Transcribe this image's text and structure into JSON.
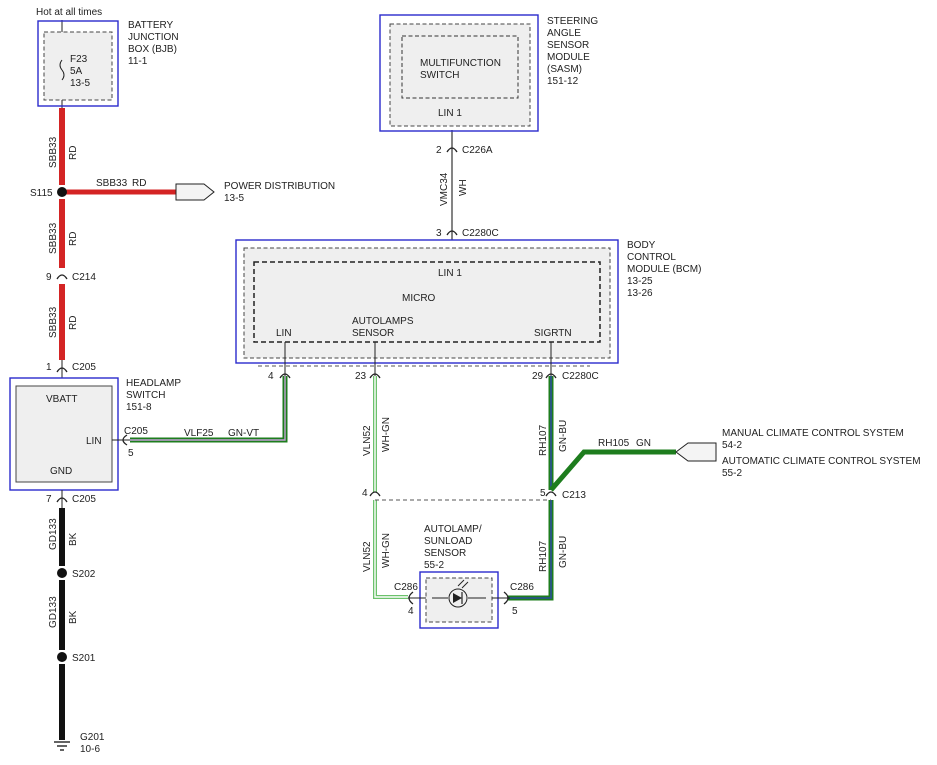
{
  "colors": {
    "red": "#d42424",
    "black": "#111111",
    "green": "#1e7d1e",
    "light_green": "#6cc26c",
    "blue_outline": "#2b2bcc"
  },
  "header": {
    "hot_at_all_times": "Hot at all times"
  },
  "bjb": {
    "label_1": "BATTERY",
    "label_2": "JUNCTION",
    "label_3": "BOX (BJB)",
    "ref": "11-1",
    "fuse_name": "F23",
    "fuse_rating": "5A",
    "fuse_ref": "13-5"
  },
  "sasm": {
    "label_1": "STEERING",
    "label_2": "ANGLE",
    "label_3": "SENSOR",
    "label_4": "MODULE",
    "label_5": "(SASM)",
    "ref": "151-12",
    "inner_1": "MULTIFUNCTION",
    "inner_2": "SWITCH",
    "pin": "LIN 1"
  },
  "bcm": {
    "label_1": "BODY",
    "label_2": "CONTROL",
    "label_3": "MODULE (BCM)",
    "ref_1": "13-25",
    "ref_2": "13-26",
    "pin_top": "LIN 1",
    "micro": "MICRO",
    "pin_lin": "LIN",
    "pin_autolamps_1": "AUTOLAMPS",
    "pin_autolamps_2": "SENSOR",
    "pin_sigrtn": "SIGRTN"
  },
  "headlamp_switch": {
    "label_1": "HEADLAMP",
    "label_2": "SWITCH",
    "ref": "151-8",
    "pin_vbatt": "VBATT",
    "pin_lin": "LIN",
    "pin_gnd": "GND"
  },
  "autolamp_sensor": {
    "label_1": "AUTOLAMP/",
    "label_2": "SUNLOAD",
    "label_3": "SENSOR",
    "ref": "55-2"
  },
  "power_distribution": {
    "label": "POWER DISTRIBUTION",
    "ref": "13-5"
  },
  "climate": {
    "manual": "MANUAL CLIMATE CONTROL SYSTEM",
    "manual_ref": "54-2",
    "automatic": "AUTOMATIC CLIMATE CONTROL SYSTEM",
    "automatic_ref": "55-2"
  },
  "splices": {
    "s115": "S115",
    "s202": "S202",
    "s201": "S201",
    "c213": "C213"
  },
  "ground": {
    "name": "G201",
    "ref": "10-6"
  },
  "connectors": {
    "c226a": "C226A",
    "c226a_pin": "2",
    "c2280c_top": "C2280C",
    "c2280c_top_pin": "3",
    "c2280c_bottom": "C2280C",
    "pin_4": "4",
    "pin_23": "23",
    "pin_29": "29",
    "c214": "C214",
    "c214_pin": "9",
    "c205_top": "C205",
    "c205_top_pin": "1",
    "c205_lin": "C205",
    "c205_lin_pin": "5",
    "c205_gnd": "C205",
    "c205_gnd_pin": "7",
    "splice_left_pin": "4",
    "splice_right_pin": "5",
    "c286_left": "C286",
    "c286_left_pin": "4",
    "c286_right": "C286",
    "c286_right_pin": "5"
  },
  "wires": {
    "sbb33": "SBB33",
    "rd": "RD",
    "vmc34": "VMC34",
    "wh": "WH",
    "vlf25": "VLF25",
    "gn_vt": "GN-VT",
    "vln52": "VLN52",
    "wh_gn": "WH-GN",
    "rh107": "RH107",
    "gn_bu": "GN-BU",
    "rh105": "RH105",
    "gn": "GN",
    "gd133": "GD133",
    "bk": "BK"
  }
}
